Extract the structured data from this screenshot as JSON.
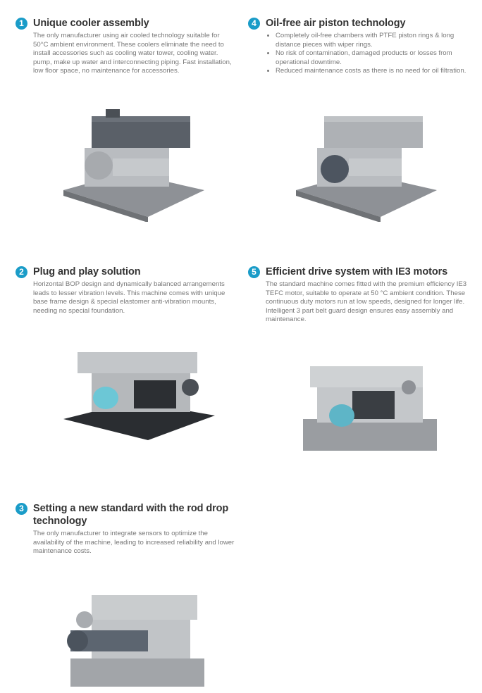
{
  "accent": "#1a9cc8",
  "sections": [
    {
      "number": "1",
      "title": "Unique cooler assembly",
      "body": "The only manufacturer using air cooled technology suitable for 50°C ambient environment. These coolers eliminate the need to install accessories such as cooling water tower, cooling water. pump, make up water and interconnecting piping. Fast installation, low floor space, no maintenance for accessories."
    },
    {
      "number": "2",
      "title": "Plug and play solution",
      "body": "Horizontal BOP design and dynamically balanced arrangements leads to lesser vibration levels. This machine comes with unique base frame design & special elastomer anti-vibration mounts, needing no special foundation."
    },
    {
      "number": "3",
      "title": "Setting a new standard with the rod drop technology",
      "body": "The only manufacturer to integrate sensors to optimize the availability of the machine, leading to increased reliability and lower maintenance costs."
    },
    {
      "number": "4",
      "title": "Oil-free air piston technology",
      "bullets": [
        "Completely oil-free chambers with PTFE piston rings & long distance pieces with wiper rings.",
        "No risk of contamination, damaged products or losses from operational downtime.",
        "Reduced maintenance costs as there is no need for oil filtration."
      ]
    },
    {
      "number": "5",
      "title": "Efficient drive system with IE3 motors",
      "body": "The standard machine comes fitted with the premium efficiency IE3 TEFC motor, suitable to operate at 50 °C ambient condition. These continuous duty motors run at low speeds, designed for longer life. Intelligent 3 part belt guard design ensures easy assembly and maintenance."
    }
  ]
}
